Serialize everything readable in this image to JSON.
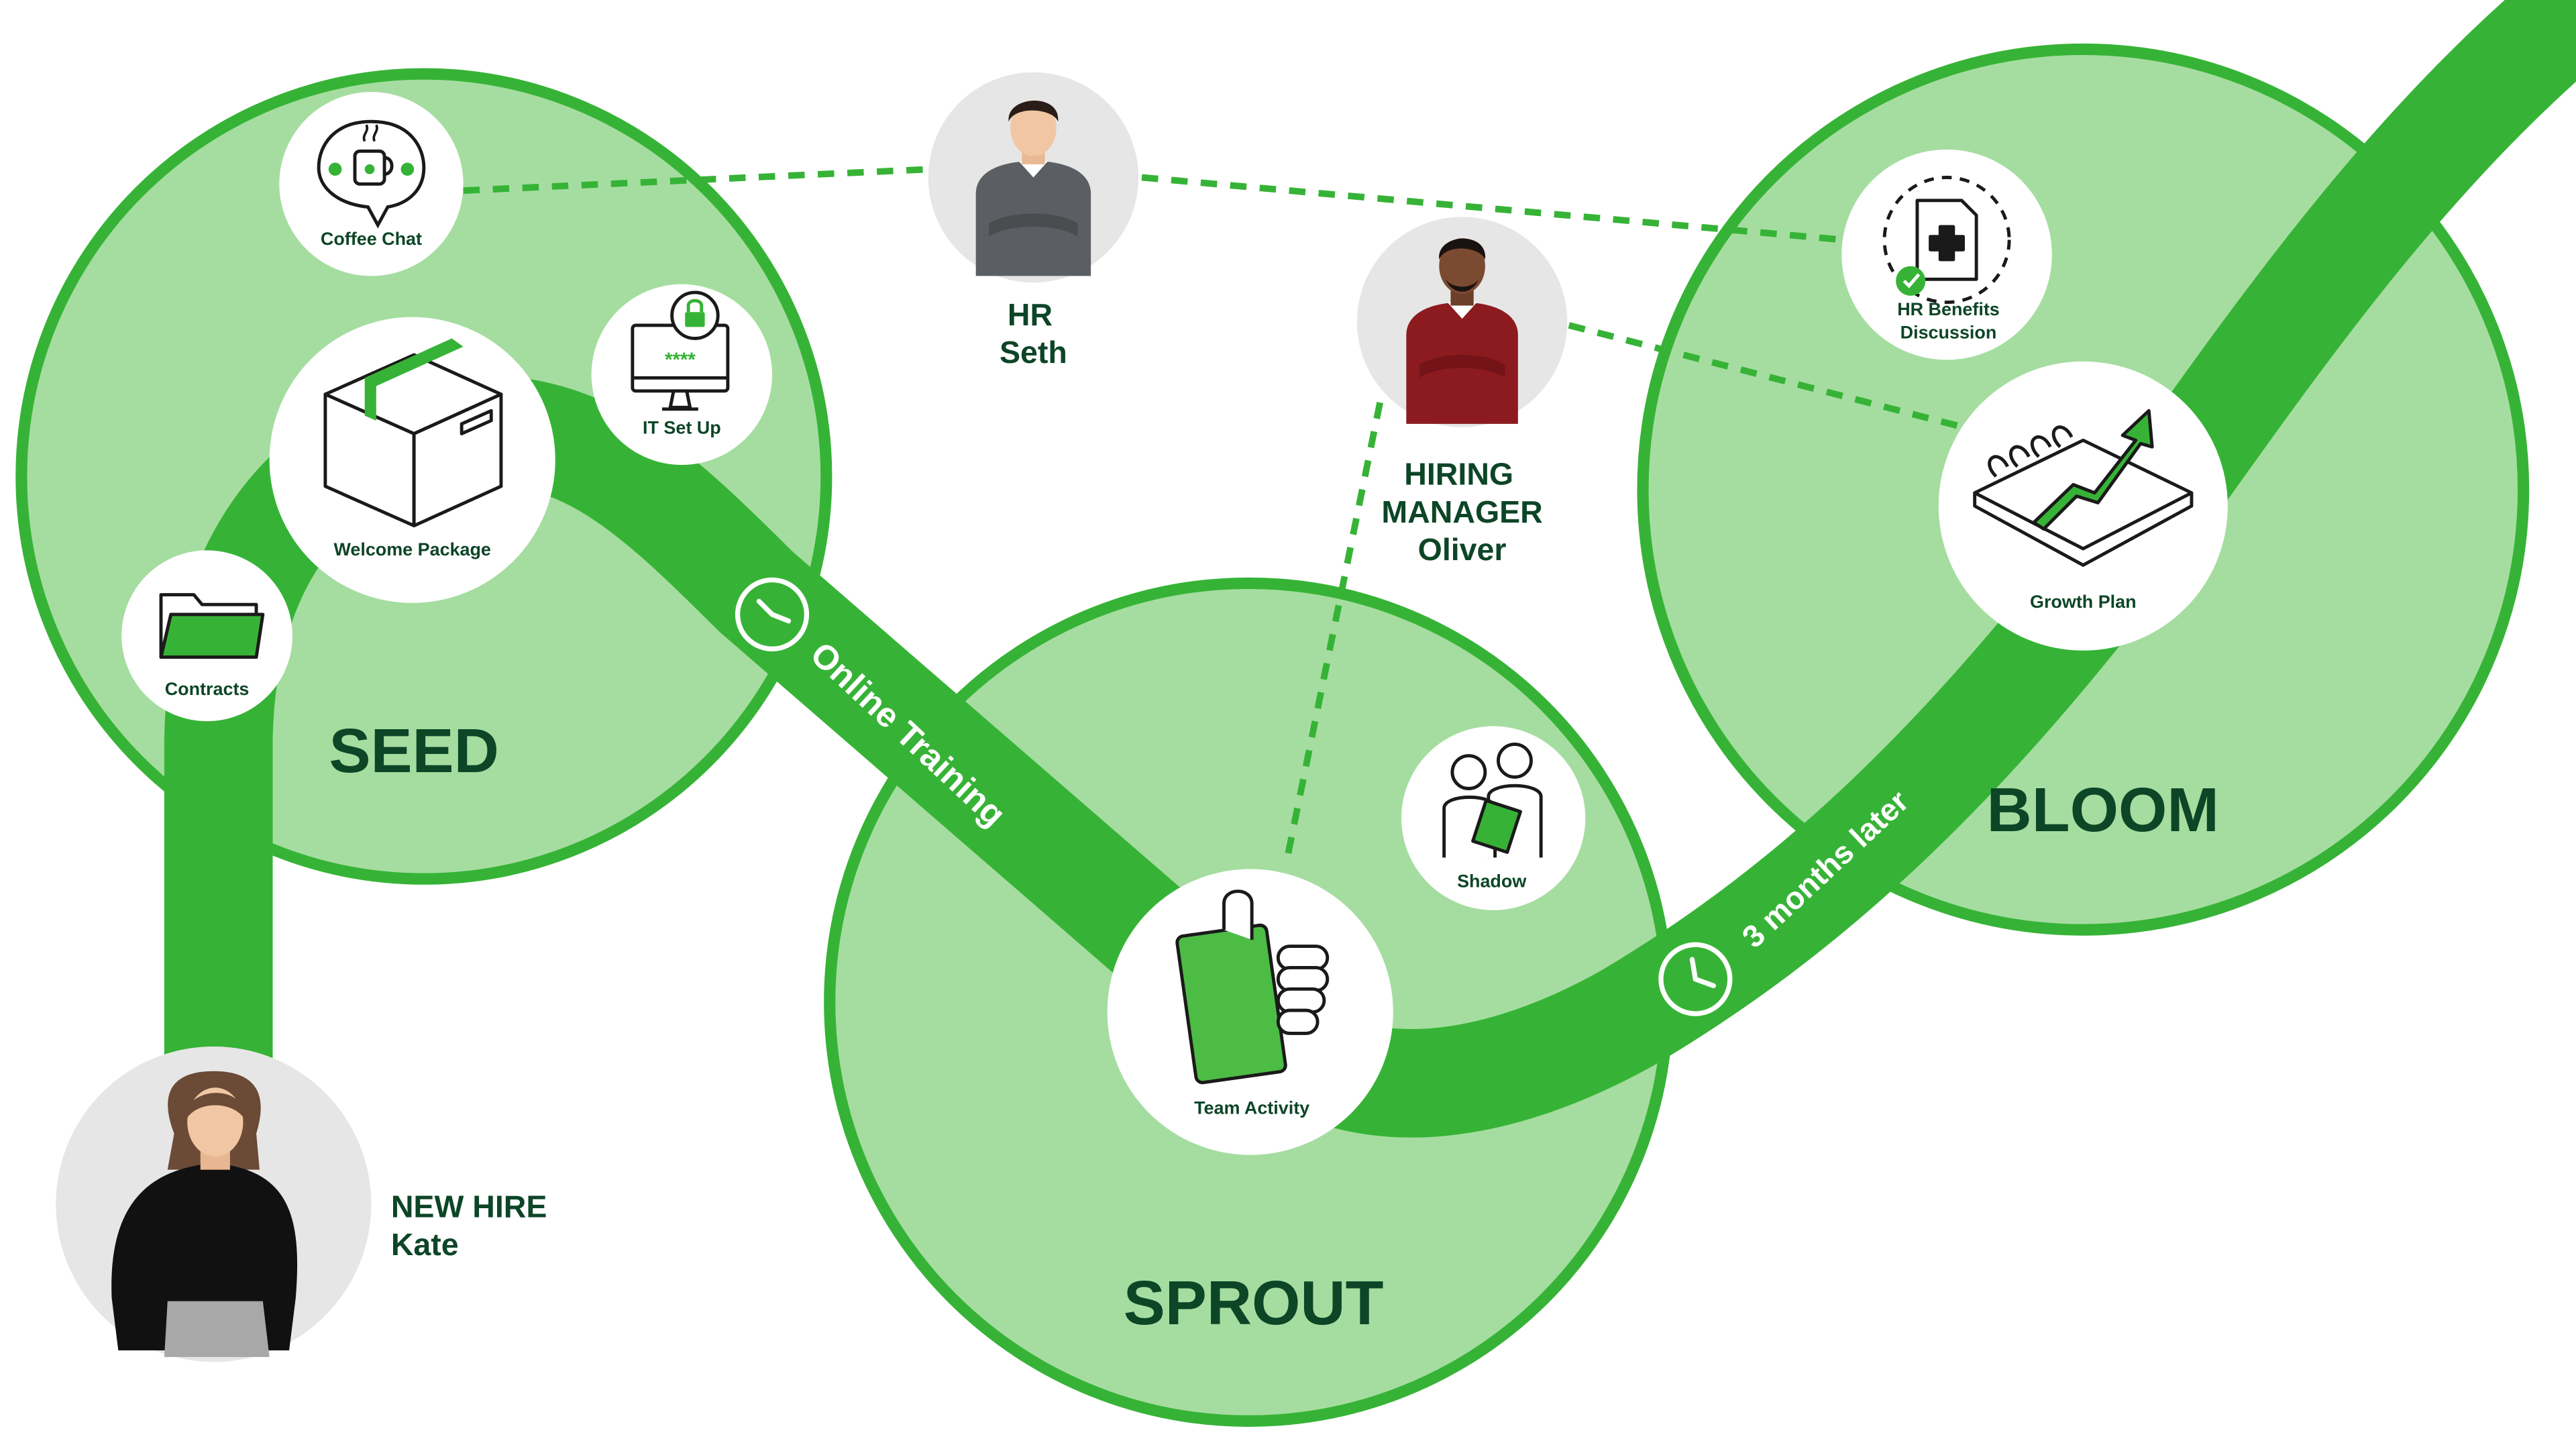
{
  "stages": {
    "seed": "SEED",
    "sprout": "SPROUT",
    "bloom": "BLOOM"
  },
  "path_labels": {
    "online_training": "Online Training",
    "three_months": "3 months later"
  },
  "people": {
    "hr": {
      "role": "HR",
      "name": "Seth"
    },
    "hiring_manager": {
      "role_line1": "HIRING",
      "role_line2": "MANAGER",
      "name": "Oliver"
    },
    "new_hire": {
      "role": "NEW HIRE",
      "name": "Kate"
    }
  },
  "nodes": {
    "coffee_chat": "Coffee Chat",
    "it_setup": "IT Set Up",
    "it_password": "****",
    "welcome_package": "Welcome Package",
    "contracts": "Contracts",
    "team_activity": "Team Activity",
    "shadow": "Shadow",
    "hr_benefits_line1": "HR Benefits",
    "hr_benefits_line2": "Discussion",
    "growth_plan": "Growth Plan"
  },
  "colors": {
    "path_green": "#36b336",
    "circle_fill": "#a5dda0",
    "circle_stroke": "#36b336",
    "dark_text": "#0d4527",
    "avatar_bg": "#e6e6e6"
  }
}
